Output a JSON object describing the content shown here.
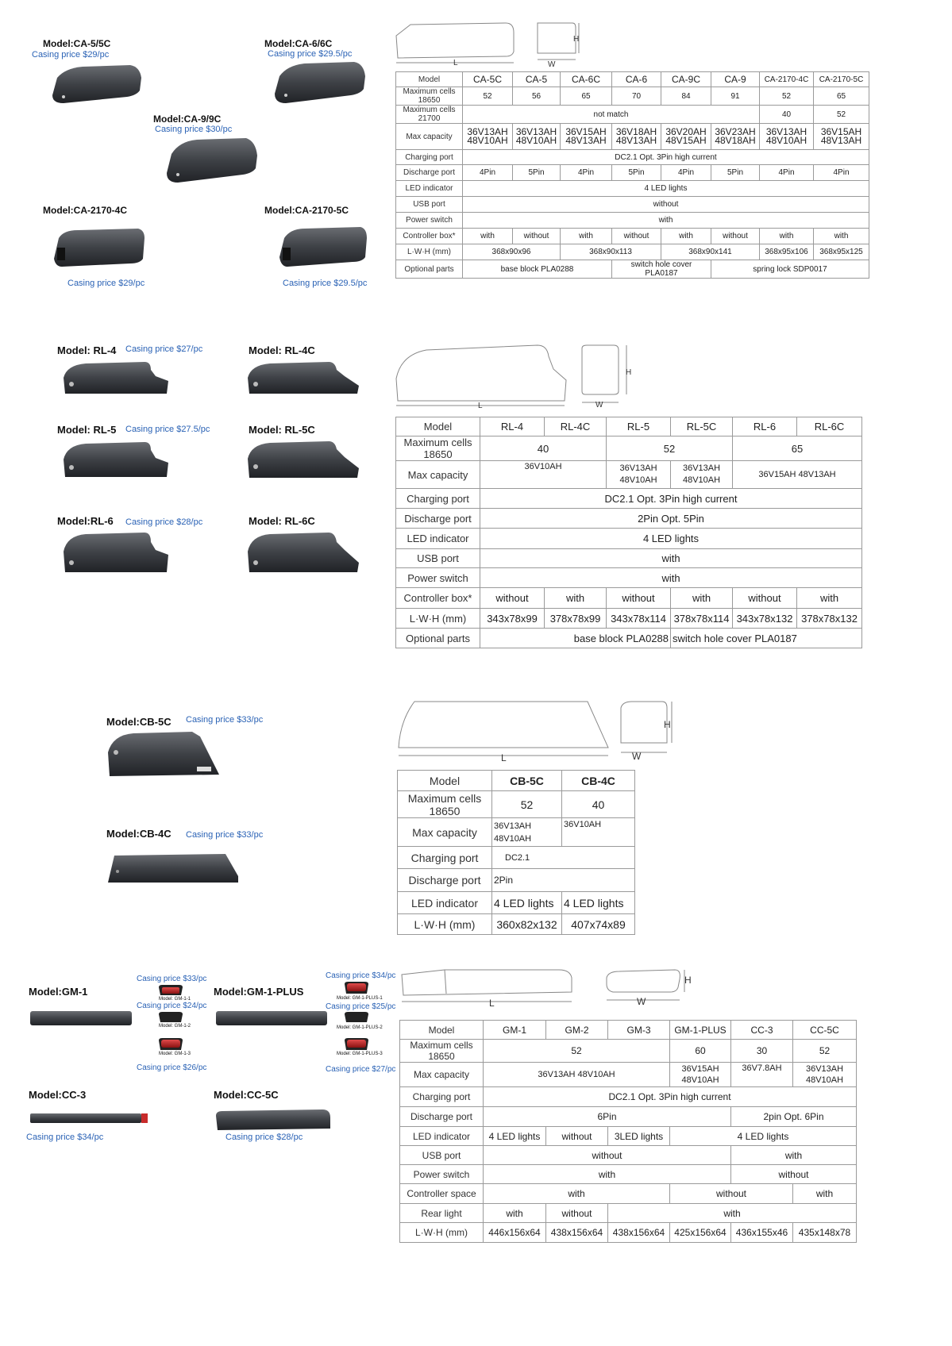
{
  "section1": {
    "products": [
      {
        "model": "Model:CA-5/5C",
        "price": "Casing price $29/pc"
      },
      {
        "model": "Model:CA-6/6C",
        "price": "Casing price $29.5/pc"
      },
      {
        "model": "Model:CA-9/9C",
        "price": "Casing price $30/pc"
      },
      {
        "model": "Model:CA-2170-4C",
        "price": "Casing price $29/pc"
      },
      {
        "model": "Model:CA-2170-5C",
        "price": "Casing price $29.5/pc"
      }
    ],
    "dims": {
      "l": "L",
      "w": "W",
      "h": "H"
    },
    "table": {
      "model": {
        "label": "Model",
        "cols": [
          "CA-5C",
          "CA-5",
          "CA-6C",
          "CA-6",
          "CA-9C",
          "CA-9",
          "CA-2170-4C",
          "CA-2170-5C"
        ]
      },
      "cells18650": {
        "label": "Maximum cells 18650",
        "vals": [
          "52",
          "56",
          "65",
          "70",
          "84",
          "91",
          "52",
          "65"
        ]
      },
      "cells21700": {
        "label": "Maximum cells 21700",
        "span": "not match",
        "vals": [
          "40",
          "52"
        ]
      },
      "capacity": {
        "label": "Max capacity",
        "vals": [
          "36V13AH 48V10AH",
          "36V13AH 48V10AH",
          "36V15AH 48V13AH",
          "36V18AH 48V13AH",
          "36V20AH 48V15AH",
          "36V23AH 48V18AH",
          "36V13AH 48V10AH",
          "36V15AH 48V13AH"
        ]
      },
      "charging": {
        "label": "Charging port",
        "value": "DC2.1  Opt. 3Pin high current"
      },
      "discharge": {
        "label": "Discharge port",
        "vals": [
          "4Pin",
          "5Pin",
          "4Pin",
          "5Pin",
          "4Pin",
          "5Pin",
          "4Pin",
          "4Pin"
        ]
      },
      "led": {
        "label": "LED indicator",
        "value": "4 LED lights"
      },
      "usb": {
        "label": "USB port",
        "value": "without"
      },
      "power": {
        "label": "Power switch",
        "value": "with"
      },
      "controller": {
        "label": "Controller box*",
        "vals": [
          "with",
          "without",
          "with",
          "without",
          "with",
          "without",
          "with",
          "with"
        ]
      },
      "lwh": {
        "label": "L·W·H (mm)",
        "vals": [
          "368x90x96",
          "368x90x113",
          "368x90x141",
          "368x95x106",
          "368x95x125"
        ]
      },
      "optional": {
        "label": "Optional parts",
        "vals": [
          "base block PLA0288",
          "switch hole cover PLA0187",
          "spring lock SDP0017"
        ]
      }
    }
  },
  "section2": {
    "products": [
      {
        "model": "Model: RL-4",
        "price": "Casing price $27/pc"
      },
      {
        "model": "Model: RL-4C",
        "price": ""
      },
      {
        "model": "Model: RL-5",
        "price": "Casing price $27.5/pc"
      },
      {
        "model": "Model: RL-5C",
        "price": ""
      },
      {
        "model": "Model:RL-6",
        "price": "Casing price $28/pc"
      },
      {
        "model": "Model: RL-6C",
        "price": ""
      }
    ],
    "dims": {
      "l": "L",
      "w": "W",
      "h": "H"
    },
    "table": {
      "model": {
        "label": "Model",
        "cols": [
          "RL-4",
          "RL-4C",
          "RL-5",
          "RL-5C",
          "RL-6",
          "RL-6C"
        ]
      },
      "cells": {
        "label": "Maximum cells 18650",
        "vals": [
          "40",
          "52",
          "65"
        ]
      },
      "capacity": {
        "label": "Max capacity",
        "vals": [
          "36V10AH",
          "36V13AH 48V10AH",
          "36V13AH 48V10AH",
          "36V15AH 48V13AH"
        ]
      },
      "charging": {
        "label": "Charging port",
        "value": "DC2.1  Opt. 3Pin high current"
      },
      "discharge": {
        "label": "Discharge port",
        "value": "2Pin Opt. 5Pin"
      },
      "led": {
        "label": "LED indicator",
        "value": "4 LED lights"
      },
      "usb": {
        "label": "USB port",
        "value": "with"
      },
      "power": {
        "label": "Power switch",
        "value": "with"
      },
      "controller": {
        "label": "Controller box*",
        "vals": [
          "without",
          "with",
          "without",
          "with",
          "without",
          "with"
        ]
      },
      "lwh": {
        "label": "L·W·H (mm)",
        "vals": [
          "343x78x99",
          "378x78x99",
          "343x78x114",
          "378x78x114",
          "343x78x132",
          "378x78x132"
        ]
      },
      "optional": {
        "label": "Optional parts",
        "vals": [
          "base block PLA0288",
          "switch hole cover PLA0187"
        ]
      }
    }
  },
  "section3": {
    "products": [
      {
        "model": "Model:CB-5C",
        "price": "Casing price $33/pc"
      },
      {
        "model": "Model:CB-4C",
        "price": "Casing price $33/pc"
      }
    ],
    "dims": {
      "l": "L",
      "w": "W",
      "h": "H"
    },
    "table": {
      "model": {
        "label": "Model",
        "cols": [
          "CB-5C",
          "CB-4C"
        ]
      },
      "cells": {
        "label": "Maximum cells 18650",
        "vals": [
          "52",
          "40"
        ]
      },
      "capacity": {
        "label": "Max capacity",
        "vals": [
          "36V13AH 48V10AH",
          "36V10AH"
        ]
      },
      "charging": {
        "label": "Charging port",
        "value": "DC2.1"
      },
      "discharge": {
        "label": "Discharge port",
        "value": "2Pin"
      },
      "led": {
        "label": "LED indicator",
        "vals": [
          "4 LED lights",
          "4 LED lights"
        ]
      },
      "lwh": {
        "label": "L·W·H (mm)",
        "vals": [
          "360x82x132",
          "407x74x89"
        ]
      }
    }
  },
  "section4": {
    "products": [
      {
        "model": "Model:GM-1",
        "price": ""
      },
      {
        "model": "Model:GM-1-PLUS",
        "price": ""
      },
      {
        "model": "Model:CC-3",
        "price": "Casing price $34/pc"
      },
      {
        "model": "Model:CC-5C",
        "price": "Casing price $28/pc"
      }
    ],
    "lights": [
      {
        "price": "Casing price $33/pc",
        "model": "Model: GM-1-1"
      },
      {
        "price": "Casing price $24/pc",
        "model": "Model: GM-1-2"
      },
      {
        "price": "Casing price $26/pc",
        "model": "Model: GM-1-3"
      },
      {
        "price": "Casing price $34/pc",
        "model": "Model: GM-1-PLUS-1"
      },
      {
        "price": "Casing price $25/pc",
        "model": "Model: GM-1-PLUS-2"
      },
      {
        "price": "Casing price $27/pc",
        "model": "Model: GM-1-PLUS-3"
      }
    ],
    "dims": {
      "l": "L",
      "w": "W",
      "h": "H"
    },
    "table": {
      "model": {
        "label": "Model",
        "cols": [
          "GM-1",
          "GM-2",
          "GM-3",
          "GM-1-PLUS",
          "CC-3",
          "CC-5C"
        ]
      },
      "cells": {
        "label": "Maximum cells 18650",
        "vals": [
          "52",
          "60",
          "30",
          "52"
        ]
      },
      "capacity": {
        "label": "Max capacity",
        "vals": [
          "36V13AH 48V10AH",
          "36V15AH 48V10AH",
          "36V7.8AH",
          "36V13AH 48V10AH"
        ]
      },
      "charging": {
        "label": "Charging port",
        "value": "DC2.1  Opt. 3Pin high current"
      },
      "discharge": {
        "label": "Discharge port",
        "vals": [
          "6Pin",
          "2pin Opt. 6Pin"
        ]
      },
      "led": {
        "label": "LED indicator",
        "vals": [
          "4 LED lights",
          "without",
          "3LED lights",
          "4 LED lights"
        ]
      },
      "usb": {
        "label": "USB port",
        "vals": [
          "without",
          "with"
        ]
      },
      "power": {
        "label": "Power switch",
        "vals": [
          "with",
          "without"
        ]
      },
      "controller": {
        "label": "Controller space",
        "vals": [
          "with",
          "without",
          "with"
        ]
      },
      "rear": {
        "label": "Rear light",
        "vals": [
          "with",
          "without",
          "with"
        ]
      },
      "lwh": {
        "label": "L·W·H (mm)",
        "vals": [
          "446x156x64",
          "438x156x64",
          "438x156x64",
          "425x156x64",
          "436x155x46",
          "435x148x78"
        ]
      }
    }
  }
}
